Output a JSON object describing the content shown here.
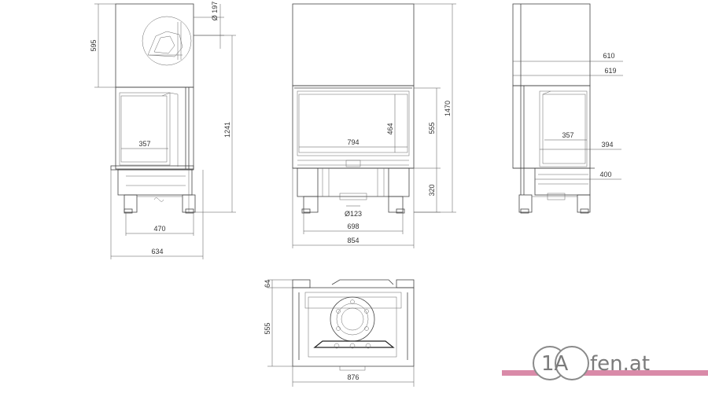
{
  "dimensions": {
    "left_view": {
      "top_height": "595",
      "flue_diameter": "Ø 197",
      "total_height": "1241",
      "glass_width": "357",
      "base_width": "470",
      "overall_depth": "634"
    },
    "front_view": {
      "glass_width": "794",
      "glass_height": "464",
      "body_height": "555",
      "total_height": "1470",
      "leg_height": "320",
      "air_inlet": "Ø123",
      "base_width": "698",
      "overall_width": "854"
    },
    "right_view": {
      "flue_height_1": "610",
      "flue_height_2": "619",
      "glass_width": "357",
      "side_width": "394",
      "base_width": "400"
    },
    "top_view": {
      "rear_offset": "64",
      "depth": "555",
      "width": "876"
    }
  },
  "logo": {
    "prefix": "1A",
    "suffix": "fen.at",
    "accent_color": "#d98aa8"
  }
}
